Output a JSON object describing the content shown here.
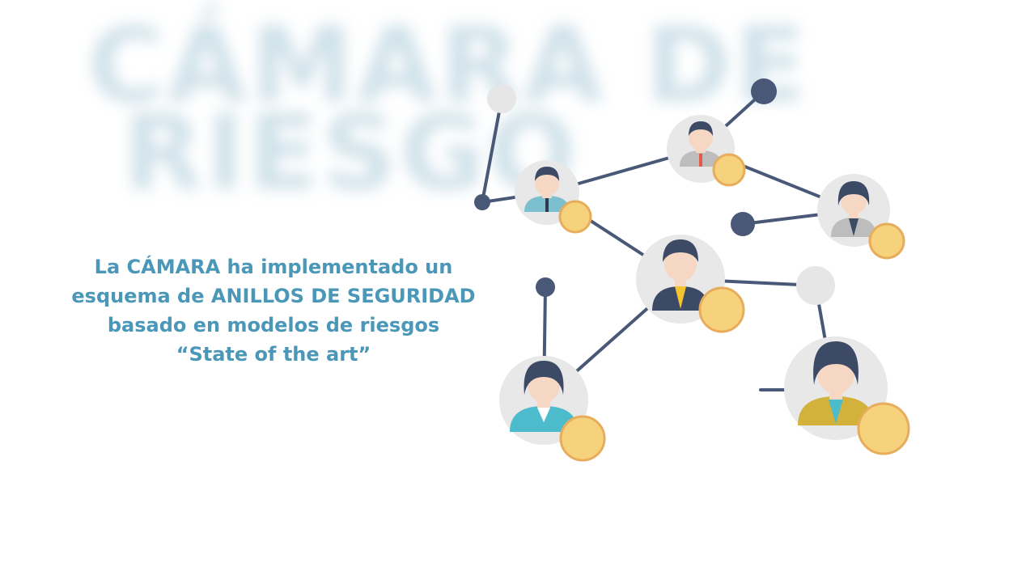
{
  "background_title": {
    "line1": "CÁMARA DE",
    "line2": "RIESGO"
  },
  "caption": {
    "line1": "La CÁMARA ha implementado un",
    "line2": "esquema de ANILLOS DE SEGURIDAD",
    "line3": "basado en modelos de riesgos",
    "line4": "“State of the art”"
  },
  "colors": {
    "caption_text": "#4b97b8",
    "connector": "#4a5878",
    "node_dot": "#4a5878",
    "node_empty": "#e6e6e6",
    "avatar_circle": "#e8e8e8",
    "coin_fill": "#f7d27c",
    "coin_ring": "#e7ad5c"
  }
}
